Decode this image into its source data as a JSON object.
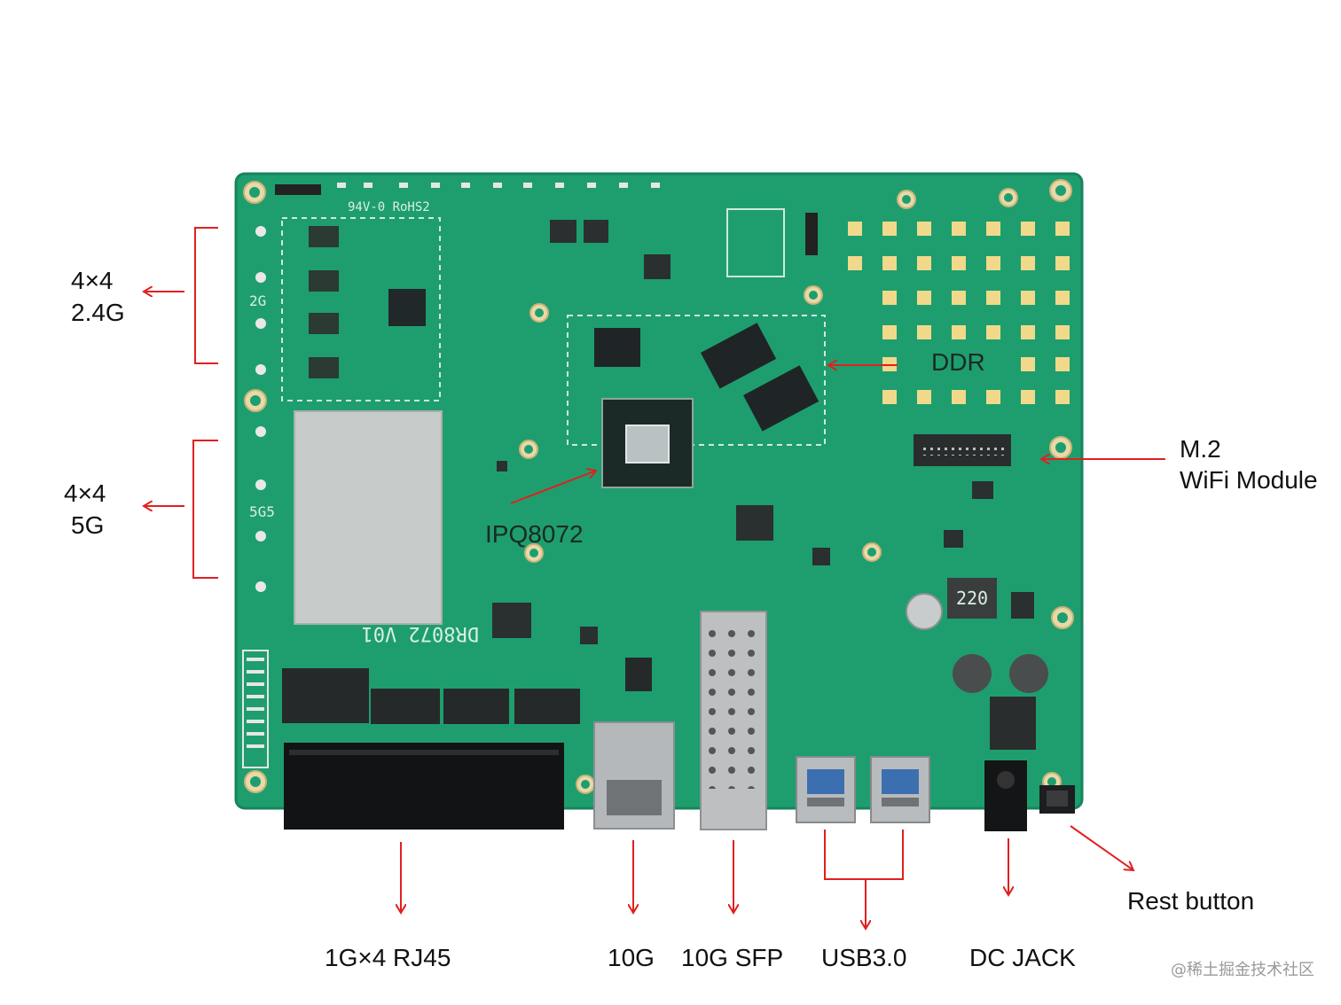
{
  "labels": {
    "wifi_24g_line1": "4×4",
    "wifi_24g_line2": "2.4G",
    "wifi_5g_line1": "4×4",
    "wifi_5g_line2": "5G",
    "ddr": "DDR",
    "soc": "IPQ8072",
    "m2_line1": "M.2",
    "m2_line2": "WiFi Module",
    "rj45": "1G×4  RJ45",
    "port_10g": "10G",
    "sfp": "10G SFP",
    "usb": "USB3.0",
    "dc_jack": "DC JACK",
    "reset": "Rest button"
  },
  "board_silkscreen": {
    "model": "DR8072 V01",
    "rohs": "94V-0 RoHS2",
    "band_2g": "2G",
    "band_5g": "5G5",
    "inductor": "220"
  },
  "watermark": "@稀土掘金技术社区",
  "colors": {
    "board": "#1e9e6e",
    "annotation": "#e02020",
    "label_text": "#111111"
  }
}
